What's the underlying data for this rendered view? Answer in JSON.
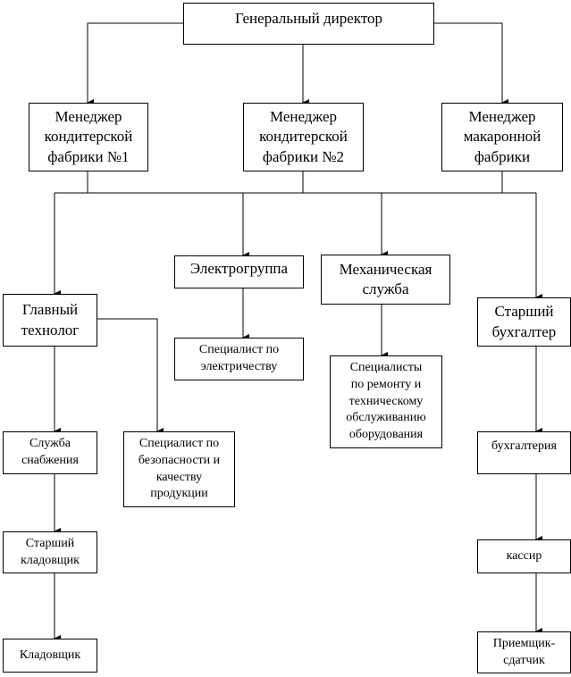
{
  "nodes": {
    "general_director": "Генеральный директор",
    "manager1": "Менеджер\nкондитерской\nфабрики №1",
    "manager2": "Менеджер\nкондитерской\nфабрики №2",
    "manager3": "Менеджер\nмакаронной\nфабрики",
    "chief_technologist": "Главный\nтехнолог",
    "electro_group": "Электрогруппа",
    "mechanical_service": "Механическая\nслужба",
    "senior_accountant": "Старший\nбухгалтер",
    "electric_specialist": "Специалист по\nэлектричеству",
    "repair_specialists": "Специалисты\nпо ремонту и\nтехническому\nобслуживанию\nоборудования",
    "supply_service": "Служба\nснабжения",
    "safety_specialist": "Специалист по\nбезопасности и\nкачеству\nпродукции",
    "accounting": "бухгалтерия",
    "senior_storekeeper": "Старший\nкладовщик",
    "cashier": "кассир",
    "storekeeper": "Кладовщик",
    "receiver": "Приемщик-\nсдатчик"
  }
}
